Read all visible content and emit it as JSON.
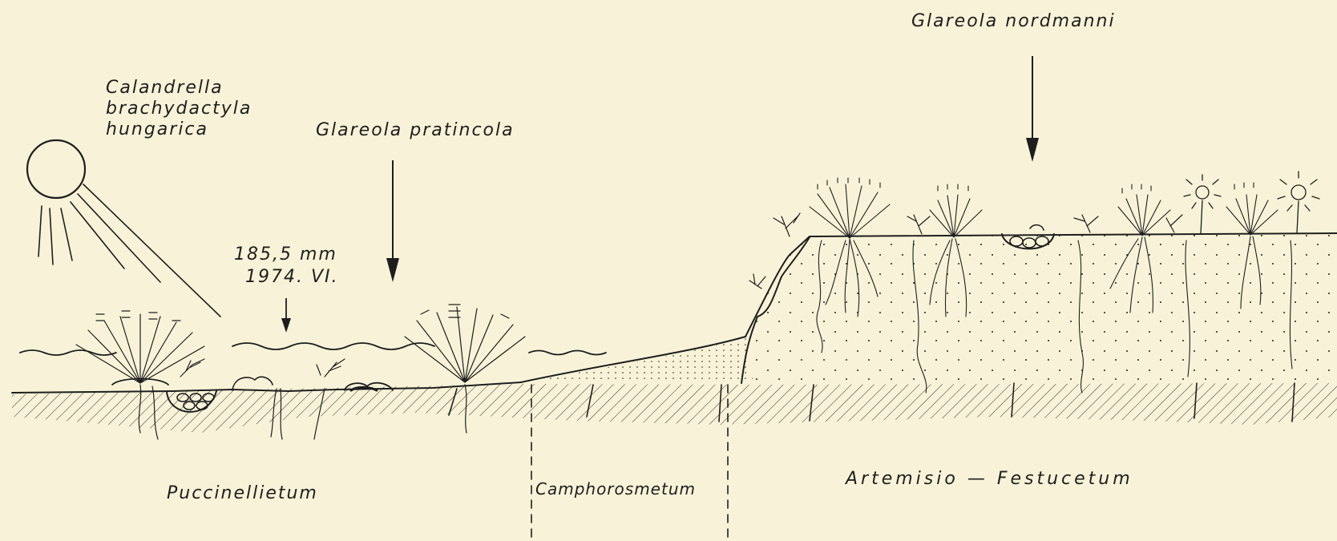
{
  "labels": {
    "glareola_nordmanni": "Glareola nordmanni",
    "calandrella_line1": "Calandrella",
    "calandrella_line2": "brachydactyla",
    "calandrella_line3": "hungarica",
    "glareola_pratincola": "Glareola pratincola",
    "rainfall_amount": "185,5 mm",
    "rainfall_date": "1974. VI.",
    "zone_puccinellietum": "Puccinellietum",
    "zone_camphorosmetum": "Camphorosmetum",
    "zone_artemisio_festucetum": "Artemisio — Festucetum"
  },
  "colors": {
    "paper": "#f8f3d8",
    "ink": "#1e1e1e"
  },
  "icons": {
    "sun": "sun-icon",
    "arrow": "down-arrow-icon",
    "nest": "nest-eggs-icon"
  }
}
